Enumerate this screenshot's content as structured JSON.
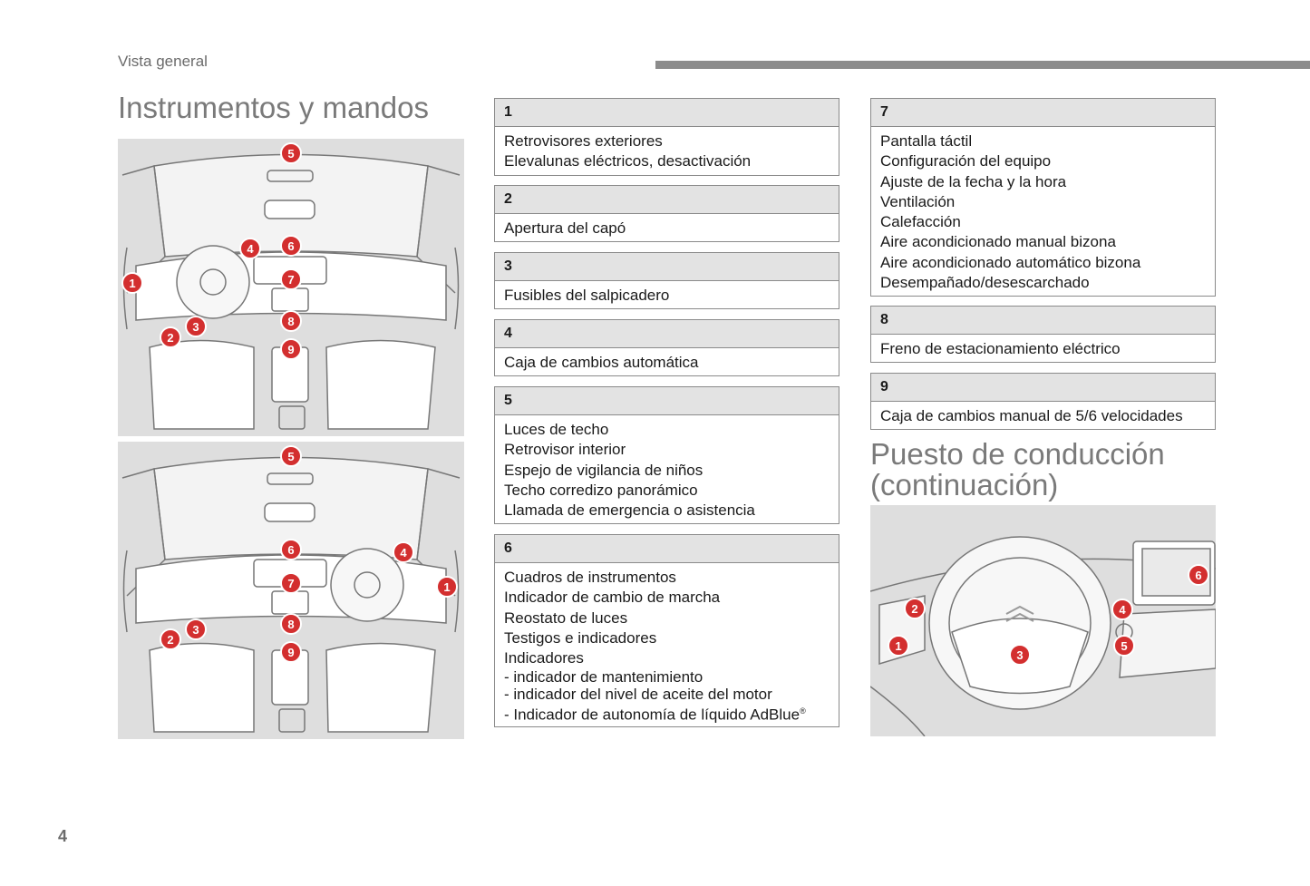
{
  "header": {
    "section_label": "Vista general",
    "page_title": "Instrumentos y mandos",
    "page_number": "4"
  },
  "secondary_title": {
    "line1": "Puesto de conducción",
    "line2": "(continuación)"
  },
  "boxes": [
    {
      "number": "1",
      "lines": [
        "Retrovisores exteriores",
        "Elevalunas eléctricos, desactivación"
      ]
    },
    {
      "number": "2",
      "lines": [
        "Apertura del capó"
      ]
    },
    {
      "number": "3",
      "lines": [
        "Fusibles del salpicadero"
      ]
    },
    {
      "number": "4",
      "lines": [
        "Caja de cambios automática"
      ]
    },
    {
      "number": "5",
      "lines": [
        "Luces de techo",
        "Retrovisor interior",
        "Espejo de vigilancia de niños",
        "Techo corredizo panorámico",
        "Llamada de emergencia o asistencia"
      ]
    },
    {
      "number": "6",
      "lines": [
        "Cuadros de instrumentos",
        "Indicador de cambio de marcha",
        "Reostato de luces",
        "Testigos e indicadores",
        "Indicadores"
      ],
      "sublines": [
        "-  indicador de mantenimiento",
        "-  indicador del nivel de aceite del motor",
        "-  Indicador de autonomía de líquido AdBlue"
      ],
      "registered_mark": "®"
    },
    {
      "number": "7",
      "lines": [
        "Pantalla táctil",
        "Configuración del equipo",
        "Ajuste de la fecha y la hora",
        "Ventilación",
        "Calefacción",
        "Aire acondicionado manual bizona",
        "Aire acondicionado automático bizona",
        "Desempañado/desescarchado"
      ]
    },
    {
      "number": "8",
      "lines": [
        "Freno de estacionamiento eléctrico"
      ]
    },
    {
      "number": "9",
      "lines": [
        "Caja de cambios manual de 5/6 velocidades"
      ]
    }
  ],
  "figures": {
    "lhd_badges": [
      "1",
      "2",
      "3",
      "4",
      "5",
      "6",
      "7",
      "8",
      "9"
    ],
    "rhd_badges": [
      "1",
      "2",
      "3",
      "4",
      "5",
      "6",
      "7",
      "8",
      "9"
    ],
    "detail_badges": [
      "1",
      "2",
      "3",
      "4",
      "5",
      "6"
    ],
    "badge_color": "#d32f2f",
    "figure_background": "#dedede"
  }
}
